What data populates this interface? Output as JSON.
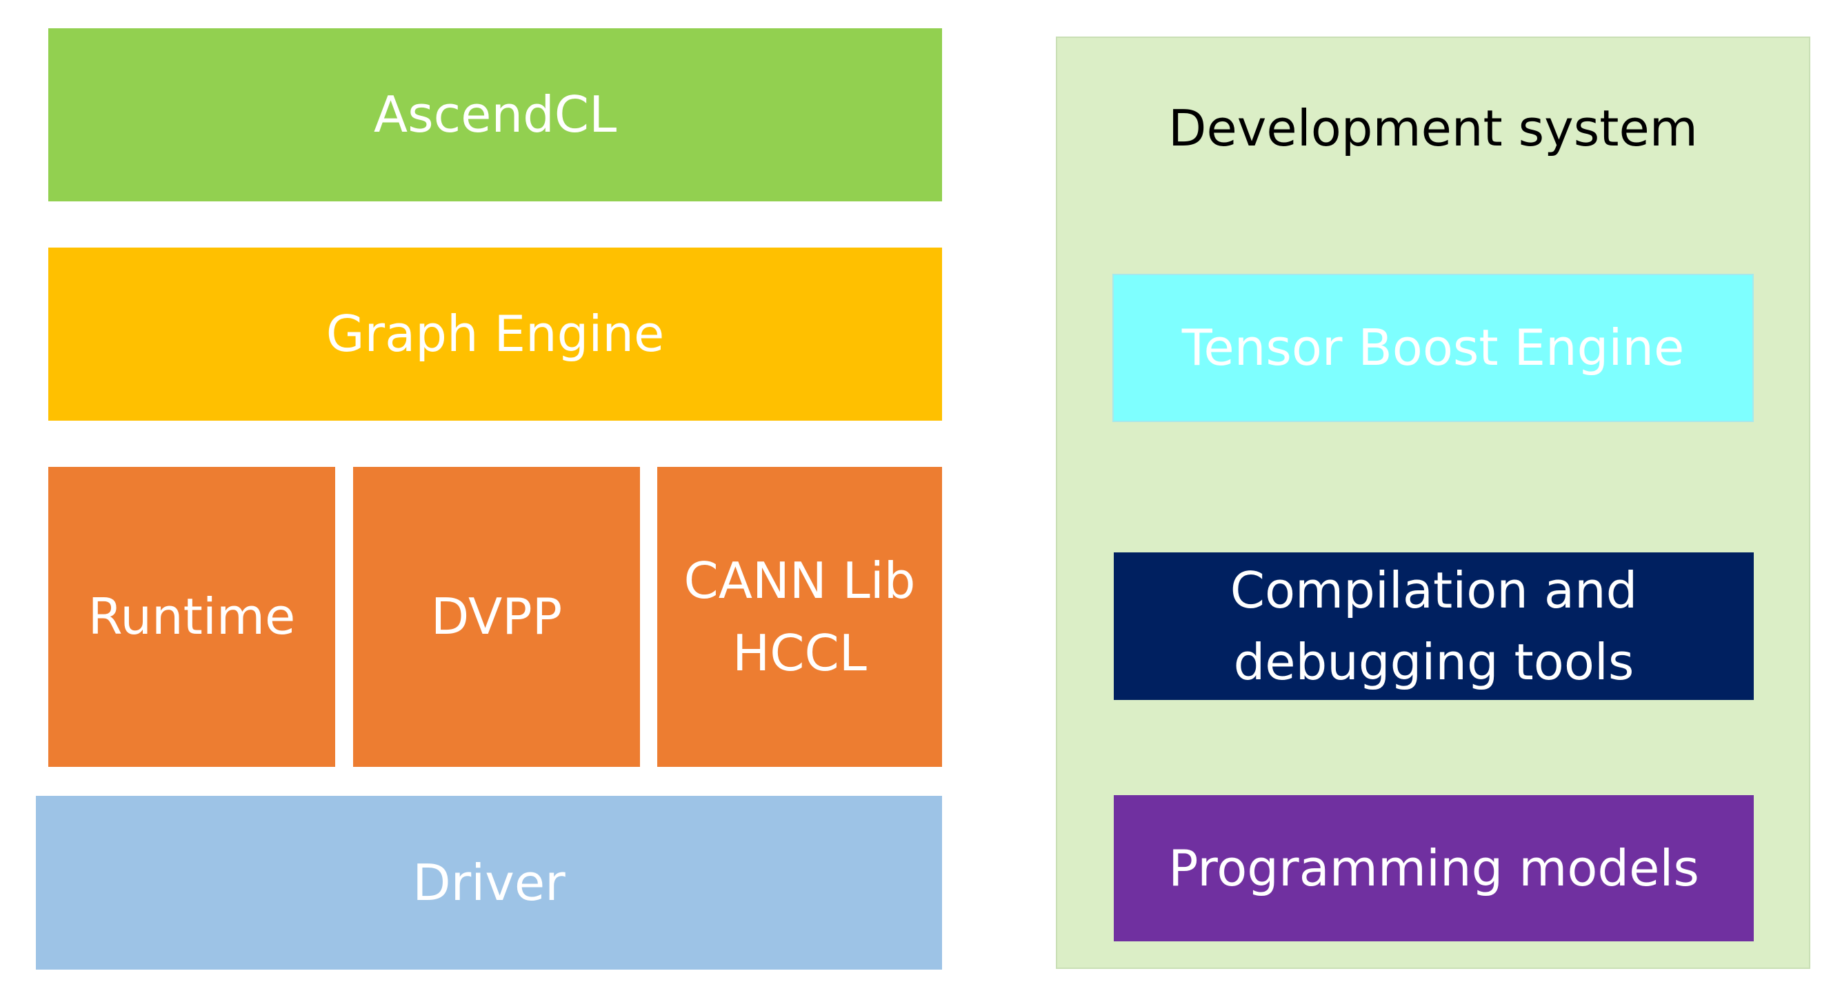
{
  "left_stack": {
    "ascendcl": {
      "label": "AscendCL",
      "color": "#92d050"
    },
    "graph_engine": {
      "label": "Graph Engine",
      "color": "#ffc000"
    },
    "runtime": {
      "label": "Runtime",
      "color": "#ed7d31"
    },
    "dvpp": {
      "label": "DVPP",
      "color": "#ed7d31"
    },
    "cann": {
      "line1": "CANN Lib",
      "line2": "HCCL",
      "color": "#ed7d31"
    },
    "driver": {
      "label": "Driver",
      "color": "#9dc3e6"
    }
  },
  "dev_system": {
    "title": "Development system",
    "background": "#dbeec6",
    "tensor_boost_engine": {
      "label": "Tensor Boost Engine",
      "color": "#7effff"
    },
    "tools": {
      "line1": "Compilation and",
      "line2": "debugging tools",
      "color": "#002060"
    },
    "programming_models": {
      "label": "Programming models",
      "color": "#7030a0"
    }
  }
}
